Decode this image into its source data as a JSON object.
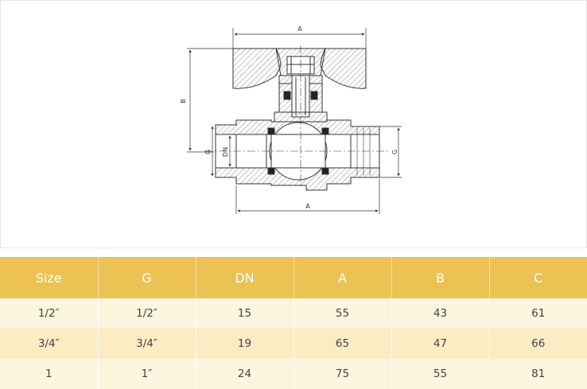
{
  "drawing": {
    "dim_top": "A",
    "dim_bottom": "A",
    "dim_height": "B",
    "dim_g_left": "G",
    "dim_dn": "DN",
    "dim_g_right": "G"
  },
  "table": {
    "headers": [
      "Size",
      "G",
      "DN",
      "A",
      "B",
      "C"
    ],
    "rows": [
      [
        "1/2″",
        "1/2″",
        "15",
        "55",
        "43",
        "61"
      ],
      [
        "3/4″",
        "3/4″",
        "19",
        "65",
        "47",
        "66"
      ],
      [
        "1",
        "1″",
        "24",
        "75",
        "55",
        "81"
      ]
    ]
  },
  "colors": {
    "header_bg": "#ecc255",
    "row_light": "#fdf5de",
    "row_dark": "#fbecc4",
    "line": "#333333"
  }
}
